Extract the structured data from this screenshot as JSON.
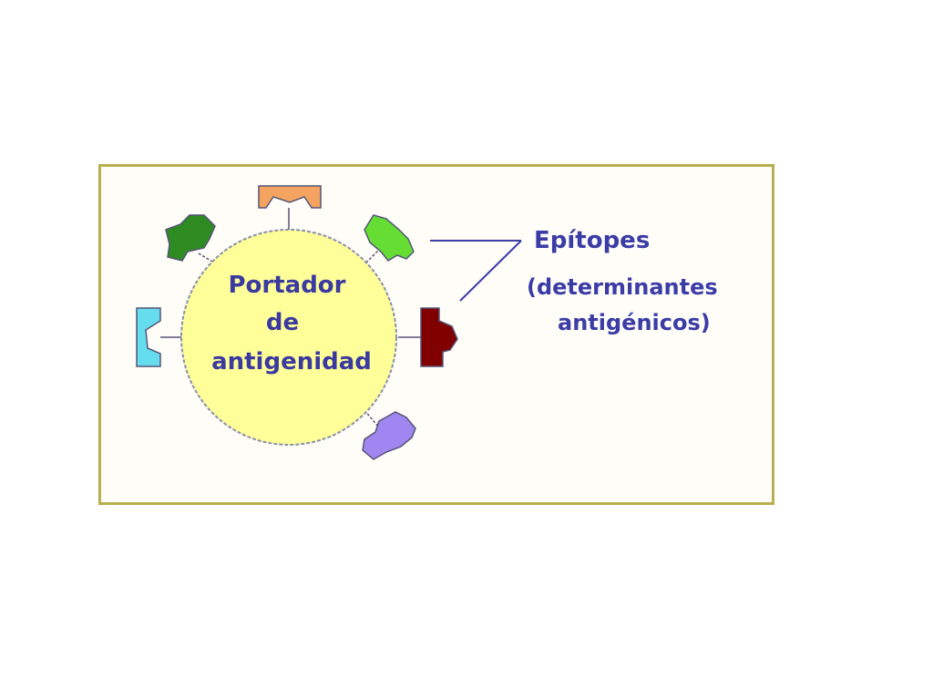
{
  "carrier": {
    "line1": "Portador",
    "line2": "de",
    "line3": "antigenidad"
  },
  "epitopes": {
    "title": "Epítopes",
    "sub1": "(determinantes",
    "sub2": "antigénicos)"
  },
  "colors": {
    "frame_border": "#b8b050",
    "circle_fill": "#ffff99",
    "label_text": "#3a3aa0",
    "epitope_orange": "#f4a460",
    "epitope_dark_green": "#2e8b22",
    "epitope_light_green": "#66dd33",
    "epitope_cyan": "#66ddee",
    "epitope_maroon": "#800000",
    "epitope_purple": "#9f86f0"
  }
}
